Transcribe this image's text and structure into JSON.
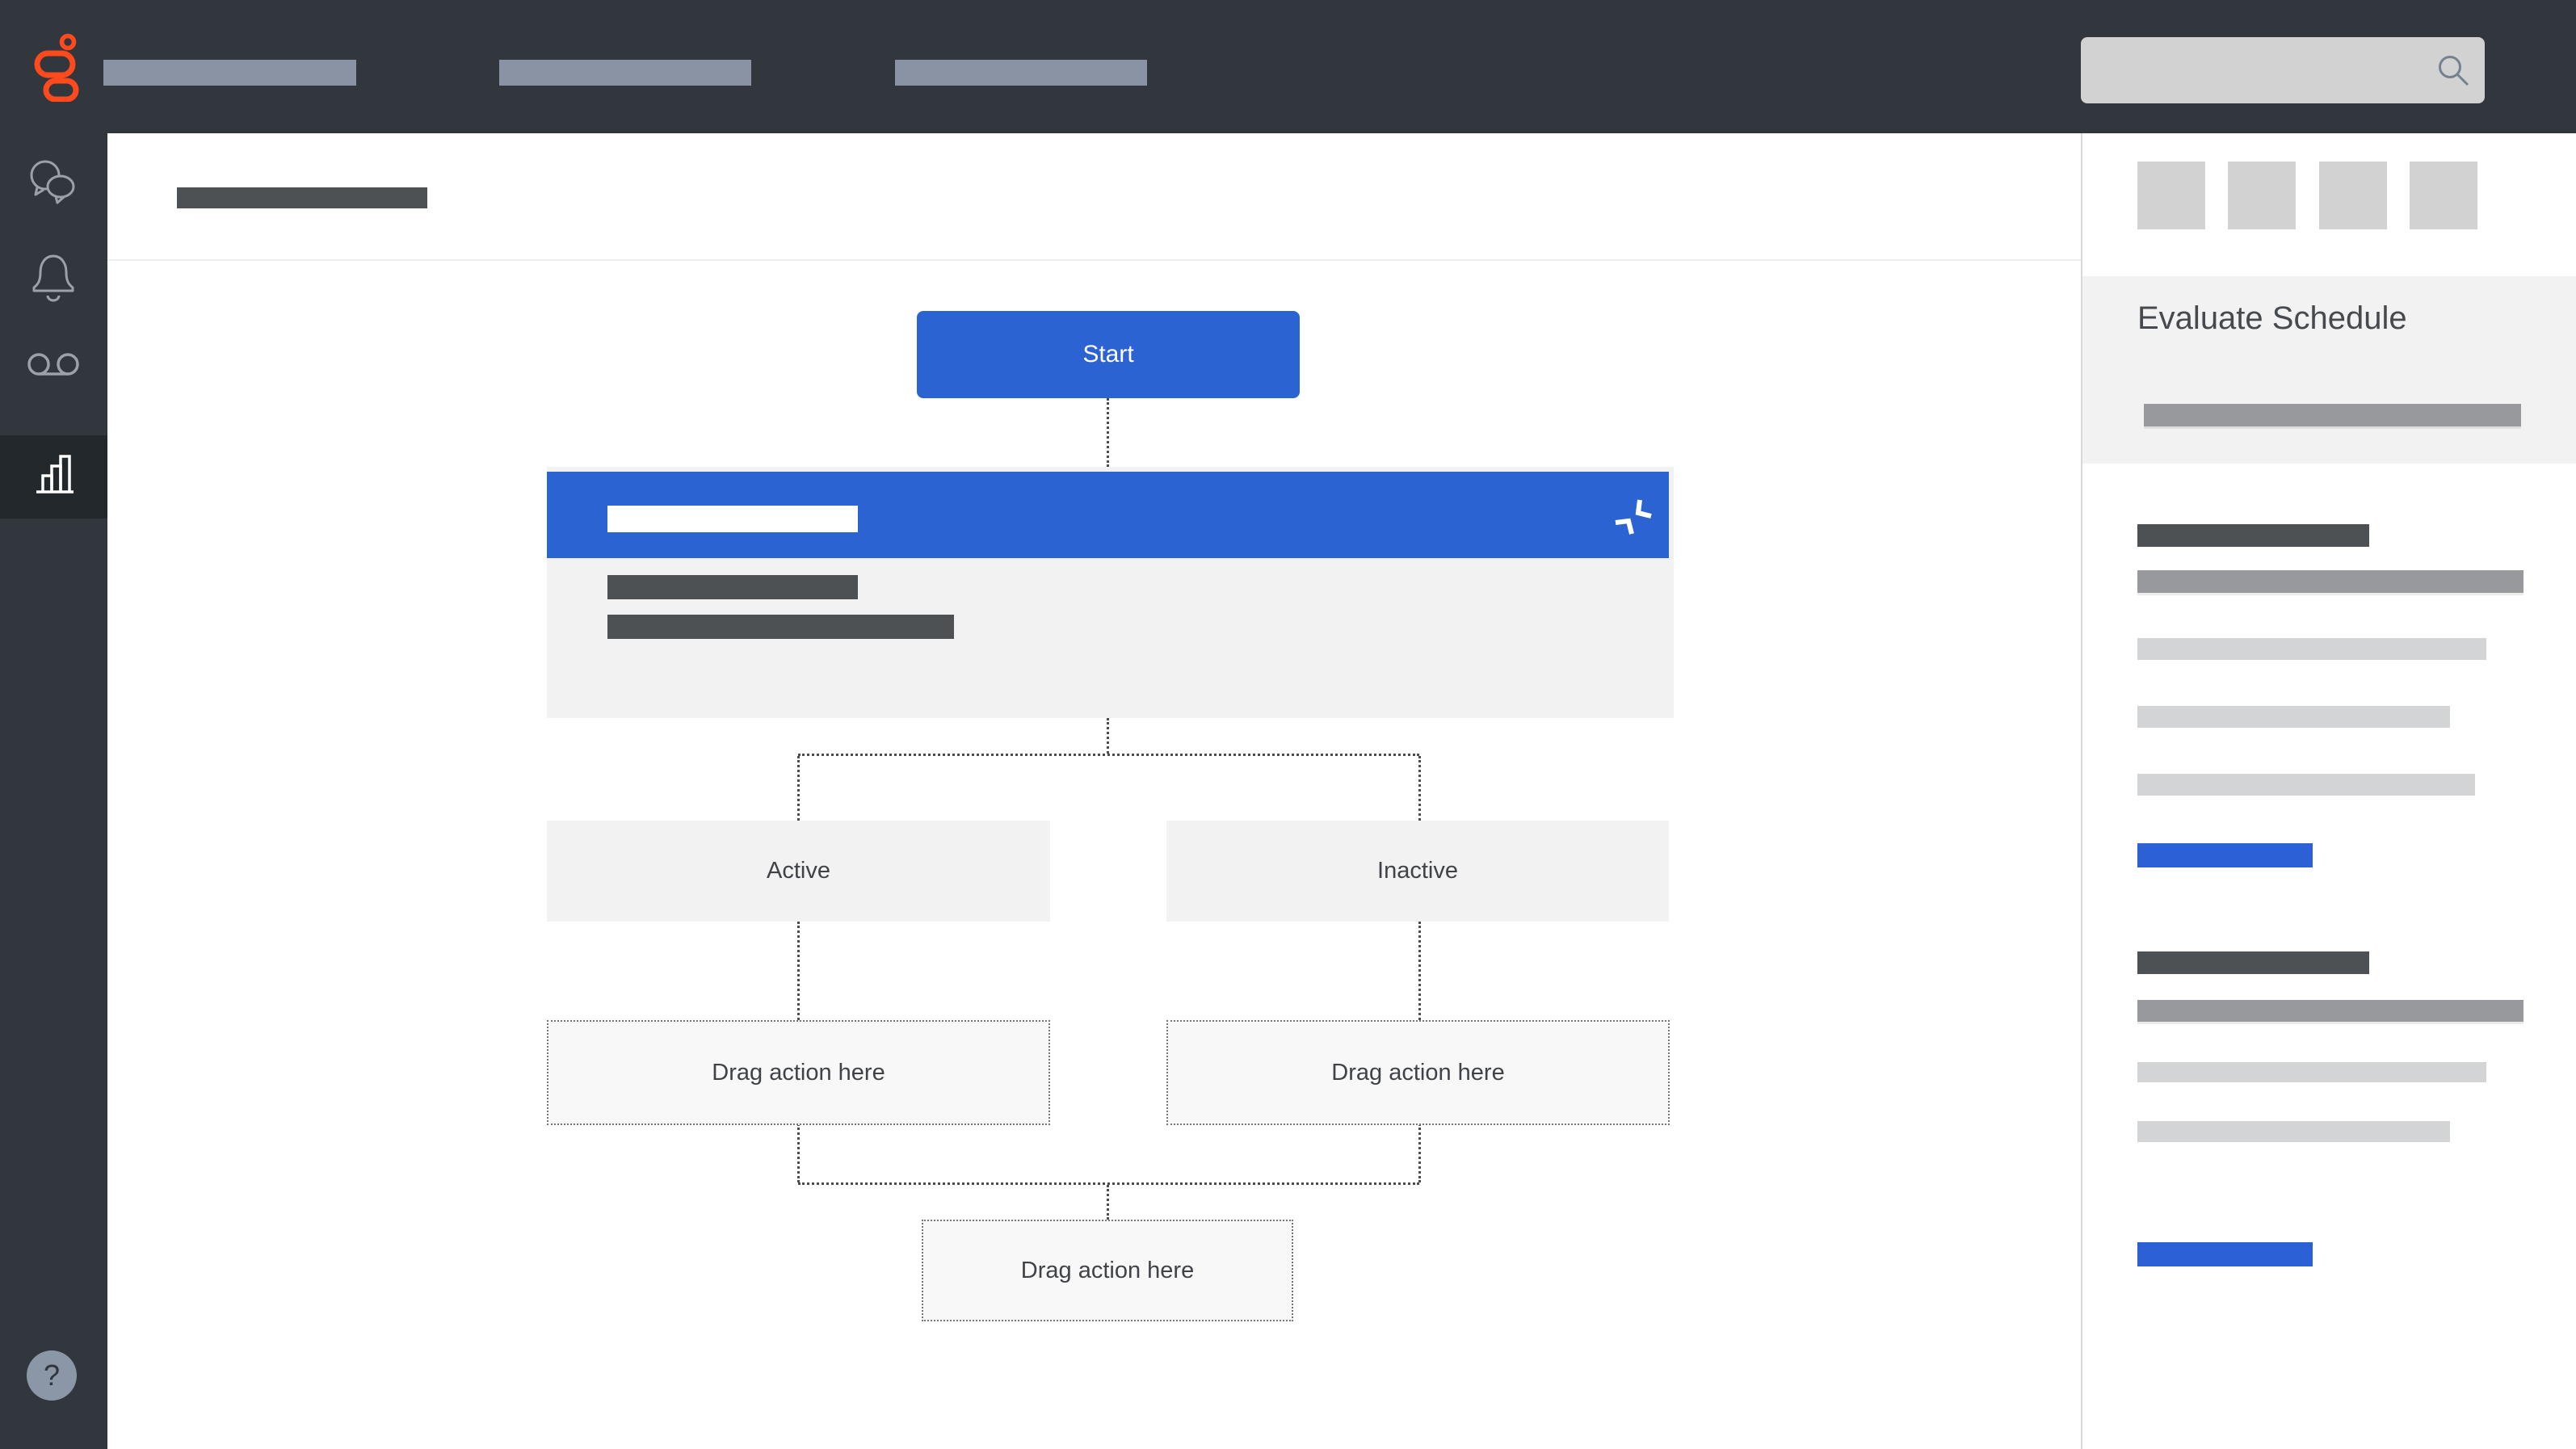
{
  "topbar": {
    "search": {
      "value": "",
      "placeholder": ""
    }
  },
  "sidebar": {
    "items": [
      {
        "icon": "chat-icon",
        "active": false
      },
      {
        "icon": "bell-icon",
        "active": false
      },
      {
        "icon": "voicemail-icon",
        "active": false
      },
      {
        "icon": "bar-chart-icon",
        "active": true
      }
    ],
    "help_label": "?"
  },
  "flow": {
    "start_label": "Start",
    "branches": [
      {
        "label": "Active"
      },
      {
        "label": "Inactive"
      }
    ],
    "drop_zones": [
      {
        "label": "Drag action here"
      },
      {
        "label": "Drag action here"
      },
      {
        "label": "Drag action here"
      }
    ]
  },
  "panel": {
    "title": "Evaluate Schedule"
  },
  "colors": {
    "topbar_bg": "#31373C",
    "accent_blue": "#2C63D3",
    "panel_button_blue": "#2B61D5",
    "logo_orange": "#FF4A1E",
    "node_gray": "#F2F2F2",
    "skeleton_dark": "#4D5154",
    "skeleton_mid": "#97999D",
    "skeleton_light": "#D3D4D6"
  }
}
